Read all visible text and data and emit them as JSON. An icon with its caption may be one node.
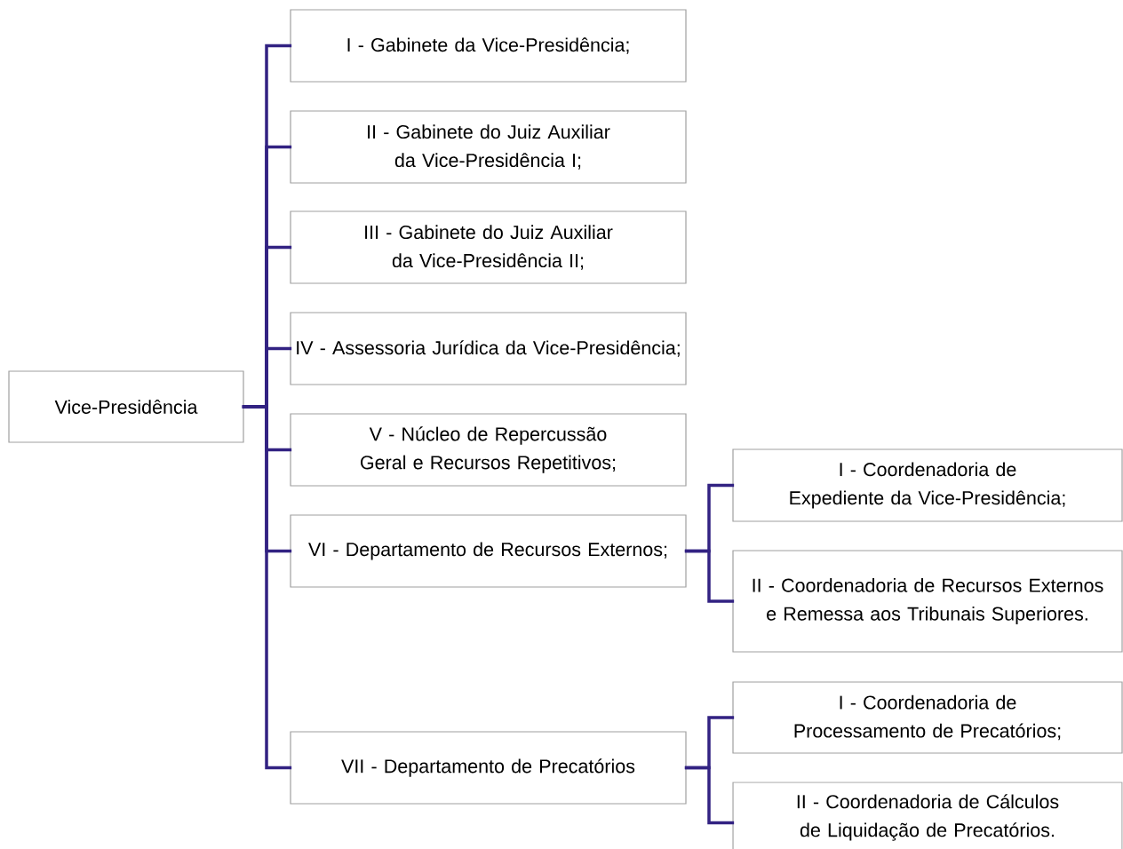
{
  "diagram": {
    "nodes": [
      {
        "text": [
          "Vice-Presidência"
        ]
      },
      {
        "text": [
          "I - Gabinete da Vice-Presidência;"
        ]
      },
      {
        "text": [
          "II - Gabinete do Juiz Auxiliar da Vice-Presidência I;"
        ]
      },
      {
        "text": [
          "III - Gabinete do Juiz Auxiliar da Vice-Presidência II;"
        ]
      },
      {
        "text": [
          "IV - Assessoria Jurídica da Vice-Presidência;"
        ]
      },
      {
        "text": [
          "V - Núcleo de Repercussão Geral e Recursos Repetitivos;"
        ]
      },
      {
        "text": [
          "VI - Departamento de Recursos Externos;"
        ]
      },
      {
        "text": [
          "VII - Departamento de Precatórios"
        ]
      },
      {
        "text": [
          "I - Coordenadoria de Expediente da Vice-Presidência;"
        ]
      },
      {
        "text": [
          "II - Coordenadoria de Recursos Externos e Remessa aos Tribunais Superiores."
        ]
      },
      {
        "text": [
          "I - Coordenadoria de Processamento de Precatórios;"
        ]
      },
      {
        "text": [
          "II - Coordenadoria de Cálculos de Liquidação de Precatórios."
        ]
      }
    ],
    "edges": [
      {
        "from": 0,
        "to": 1,
        "arrow": "none"
      },
      {
        "from": 0,
        "to": 2,
        "arrow": "none"
      },
      {
        "from": 0,
        "to": 3,
        "arrow": "none"
      },
      {
        "from": 0,
        "to": 4,
        "arrow": "none"
      },
      {
        "from": 0,
        "to": 5,
        "arrow": "none"
      },
      {
        "from": 0,
        "to": 6,
        "arrow": "none"
      },
      {
        "from": 0,
        "to": 7,
        "arrow": "none"
      },
      {
        "from": 6,
        "to": 8,
        "arrow": "none"
      },
      {
        "from": 6,
        "to": 9,
        "arrow": "none"
      },
      {
        "from": 7,
        "to": 10,
        "arrow": "none"
      },
      {
        "from": 7,
        "to": 11,
        "arrow": "none"
      }
    ]
  }
}
